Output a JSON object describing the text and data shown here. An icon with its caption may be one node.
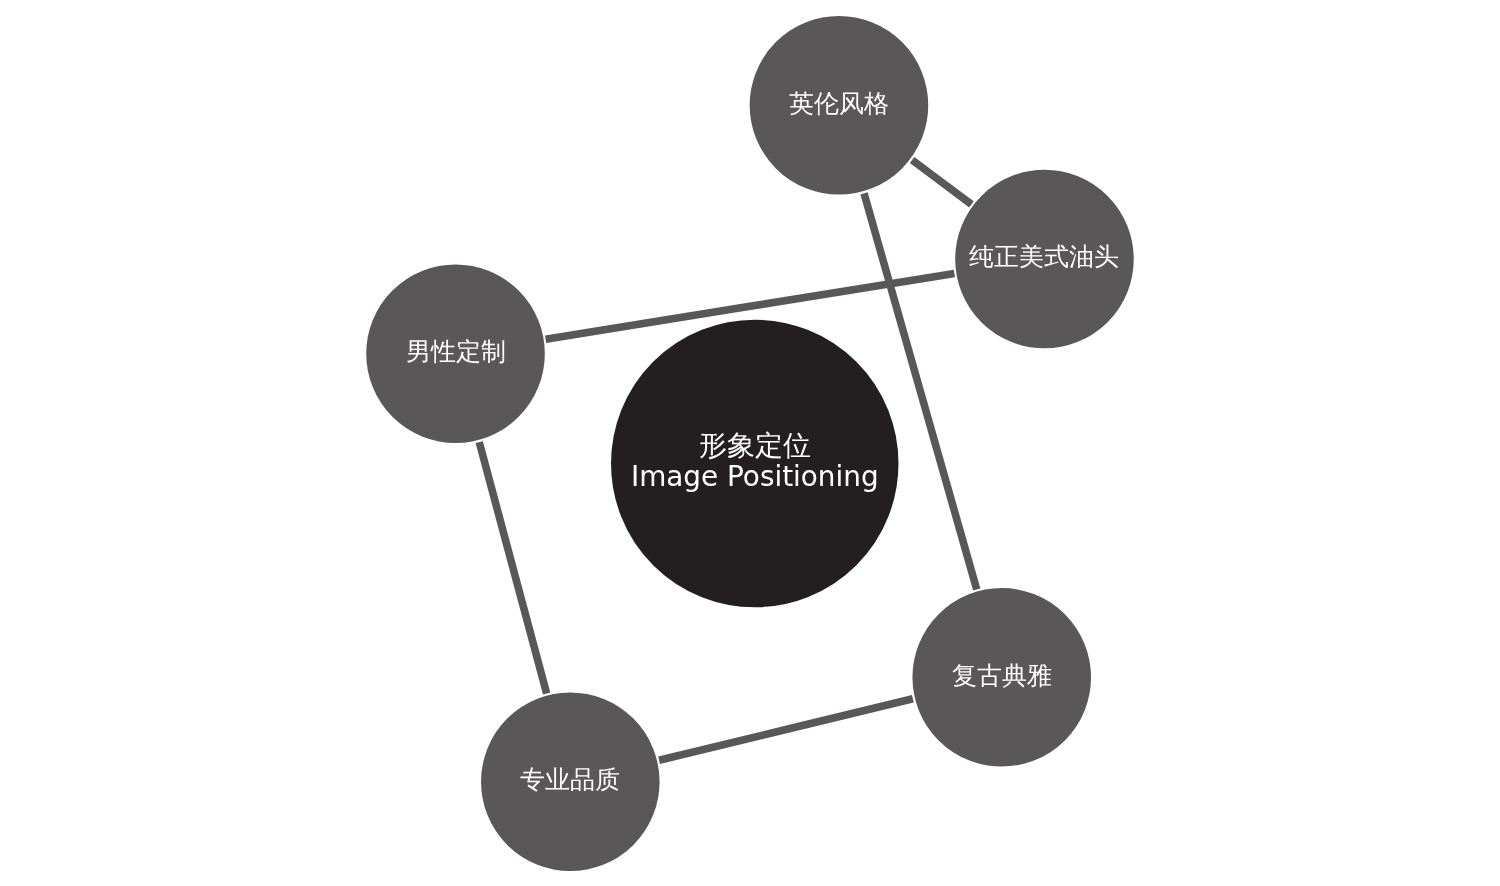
{
  "diagram": {
    "nodes": [
      {
        "text": [
          "形象定位",
          "Image Positioning"
        ]
      },
      {
        "text": [
          "复古典雅"
        ]
      },
      {
        "text": [
          "专业品质"
        ]
      },
      {
        "text": [
          "男性定制"
        ]
      },
      {
        "text": [
          "纯正美式油头"
        ]
      },
      {
        "text": [
          "英伦风格"
        ]
      }
    ],
    "edges": [
      {
        "from": 1,
        "to": 2,
        "arrow": "none"
      },
      {
        "from": 2,
        "to": 3,
        "arrow": "none"
      },
      {
        "from": 3,
        "to": 4,
        "arrow": "none"
      },
      {
        "from": 4,
        "to": 5,
        "arrow": "none"
      },
      {
        "from": 5,
        "to": 1,
        "arrow": "none"
      }
    ]
  }
}
